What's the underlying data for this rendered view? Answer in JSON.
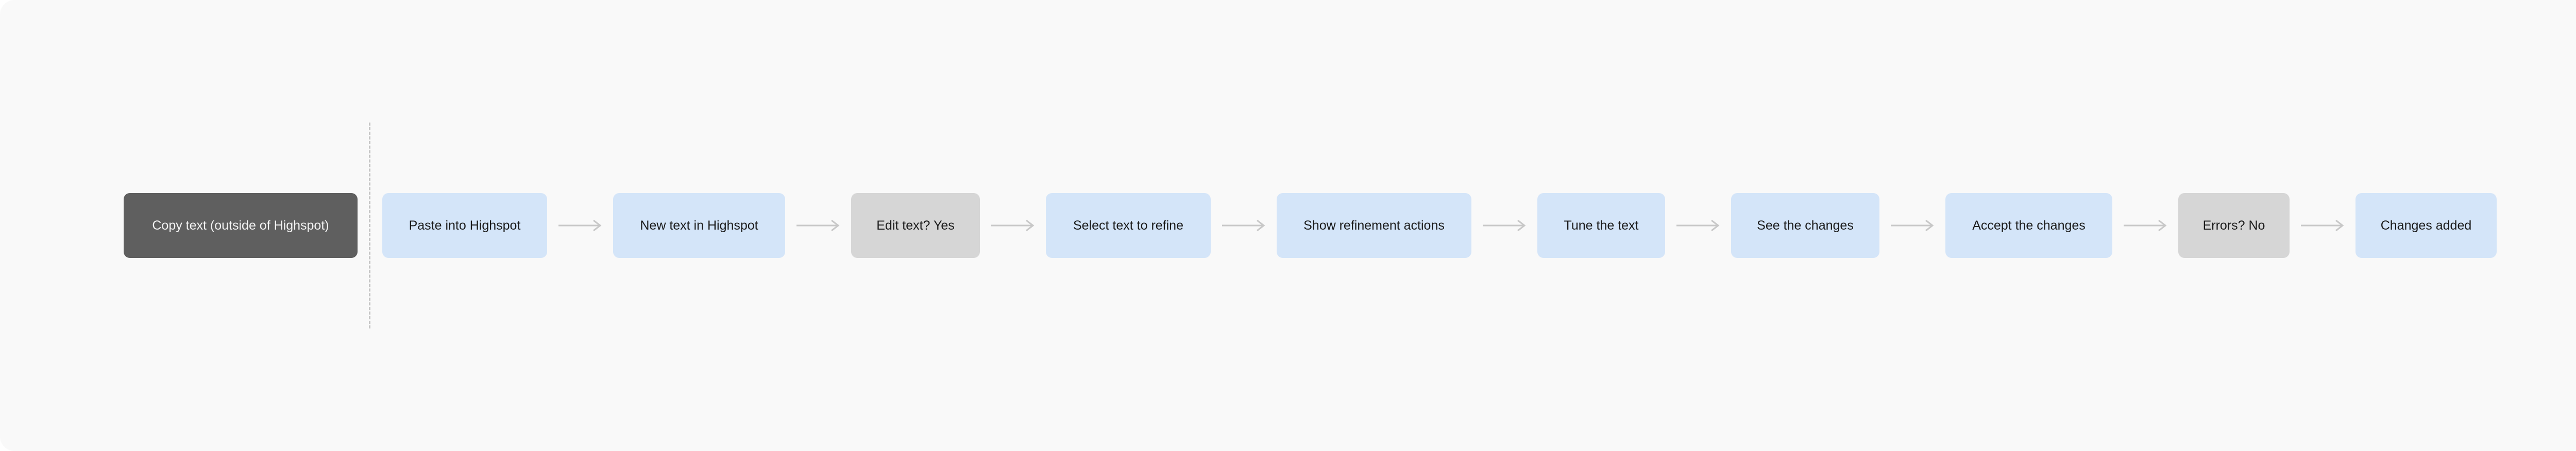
{
  "flow": {
    "steps": [
      {
        "label": "Copy text (outside of Highspot)",
        "kind": "dark"
      },
      {
        "label": "Paste into Highspot",
        "kind": "blue"
      },
      {
        "label": "New text in Highspot",
        "kind": "blue"
      },
      {
        "label": "Edit text? Yes",
        "kind": "grey"
      },
      {
        "label": "Select text to refine",
        "kind": "blue"
      },
      {
        "label": "Show refinement actions",
        "kind": "blue"
      },
      {
        "label": "Tune the text",
        "kind": "blue"
      },
      {
        "label": "See the changes",
        "kind": "blue"
      },
      {
        "label": "Accept the changes",
        "kind": "blue"
      },
      {
        "label": "Errors? No",
        "kind": "grey"
      },
      {
        "label": "Changes added",
        "kind": "blue"
      }
    ]
  },
  "colors": {
    "canvas": "#f9f9f9",
    "dark_box": "#5f5f5f",
    "blue_box": "#d4e5f9",
    "grey_box": "#d6d6d6",
    "arrow": "#c8c8c8",
    "divider": "#c4c4c4"
  }
}
